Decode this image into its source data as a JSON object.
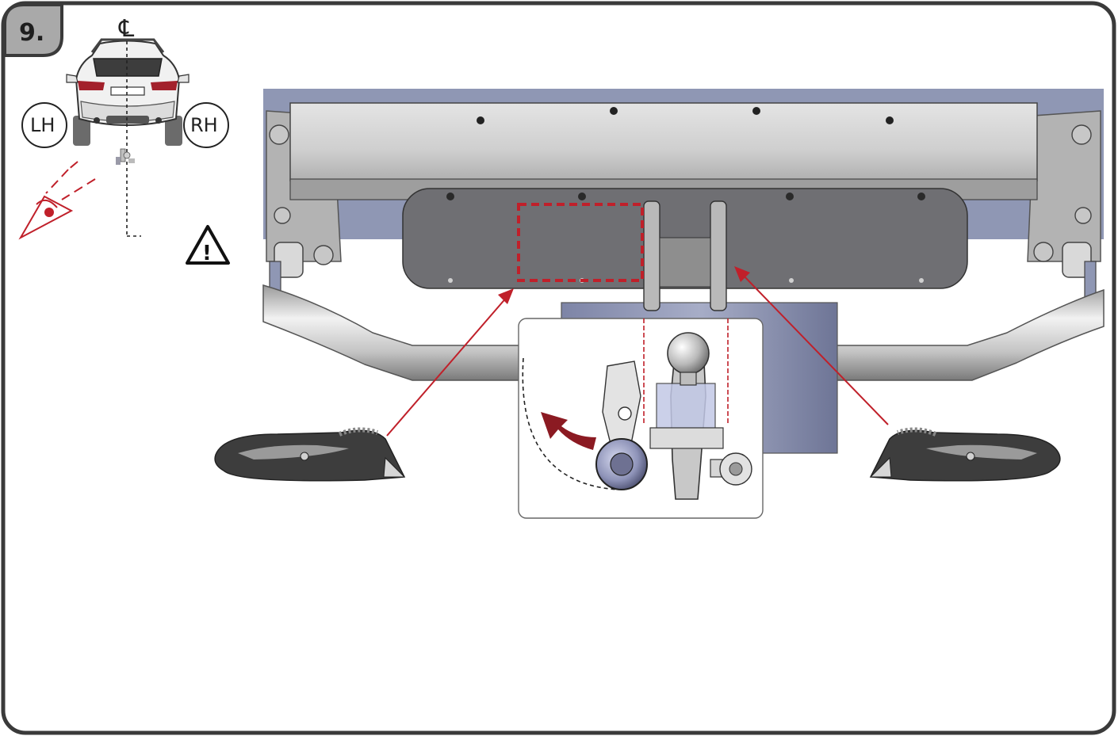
{
  "step": {
    "number": "9."
  },
  "car_view": {
    "centerline_symbol": "℄",
    "left_label": "LH",
    "right_label": "RH"
  },
  "warning": {
    "icon": "warning-triangle-icon",
    "glyph": "!"
  },
  "colors": {
    "accent_red": "#c0202a",
    "frame_stroke": "#3a3a3a",
    "step_tab": "#a9a9a9",
    "bumper_blue": "#8f97b4",
    "plate_dark": "#6f6f73"
  },
  "icons": {
    "left_tool": "utility-knife-icon",
    "right_tool": "utility-knife-icon",
    "eye": "eye-view-icon",
    "rotate": "rotate-arrow-icon"
  }
}
